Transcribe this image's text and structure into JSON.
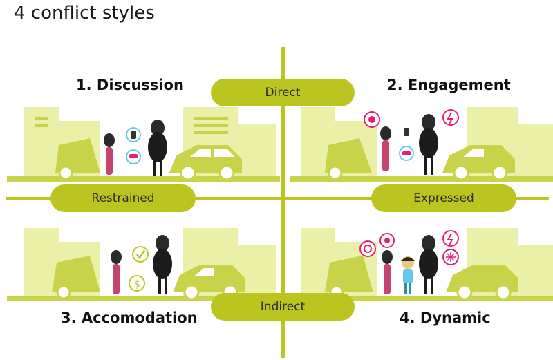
{
  "title": "4 conflict styles",
  "axes": {
    "top": "Direct",
    "bottom": "Indirect",
    "left": "Restrained",
    "right": "Expressed"
  },
  "quadrants": [
    {
      "label": "1. Discussion"
    },
    {
      "label": "2. Engagement"
    },
    {
      "label": "3. Accomodation"
    },
    {
      "label": "4. Dynamic"
    }
  ],
  "colors": {
    "accent": "#bcc51f",
    "scene": "#eaf0a8",
    "scene_dark": "#c9d34a",
    "hot": "#e5216f"
  }
}
